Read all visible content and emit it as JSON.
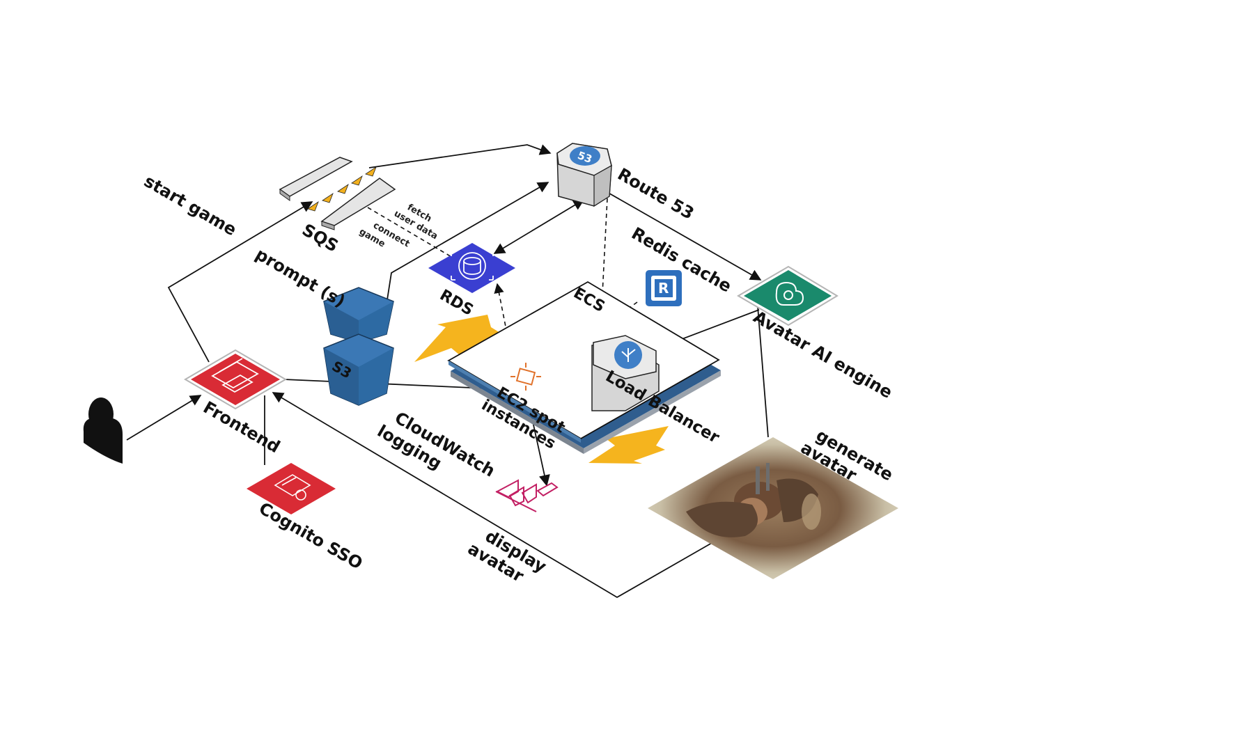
{
  "labels": {
    "start_game": "start game",
    "sqs": "SQS",
    "fetch_user_data_1": "fetch",
    "fetch_user_data_2": "user data",
    "connect_game_1": "connect",
    "connect_game_2": "game",
    "route53": "Route 53",
    "prompts": "prompt (s)",
    "rds": "RDS",
    "redis": "Redis cache",
    "ecs": "ECS",
    "s3": "S3",
    "ec2_1": "EC2 spot",
    "ec2_2": "instances",
    "load_balancer": "Load Balancer",
    "avatar_ai": "Avatar AI engine",
    "frontend": "Frontend",
    "cloudwatch_1": "CloudWatch",
    "cloudwatch_2": "logging",
    "cognito": "Cognito SSO",
    "generate_1": "generate",
    "generate_2": "avatar",
    "display_1": "display",
    "display_2": "avatar",
    "route53_badge": "53",
    "redis_badge": "R"
  },
  "colors": {
    "line": "#111111",
    "arrow_head_sqs": "#f2b01e",
    "orange_flow": "#f5b41e",
    "frontend_red": "#d92b35",
    "cognito_red": "#d92b35",
    "rds_blue": "#3a3fd1",
    "redis_blue": "#2e6fbd",
    "ai_green": "#1a8a6c",
    "s3_blue": "#3b78b5",
    "ecs_blue": "#2f5d8e",
    "cloudwatch_pink": "#c21f63",
    "ec2_orange": "#e0712a",
    "gray_box": "#d6d6d6"
  },
  "icons": [
    "user-icon",
    "frontend-icon",
    "cognito-icon",
    "sqs-icon",
    "route53-icon",
    "rds-icon",
    "redis-icon",
    "s3-icon",
    "ecs-icon",
    "ec2-icon",
    "load-balancer-icon",
    "avatar-ai-icon",
    "cloudwatch-icon",
    "avatar-image"
  ]
}
